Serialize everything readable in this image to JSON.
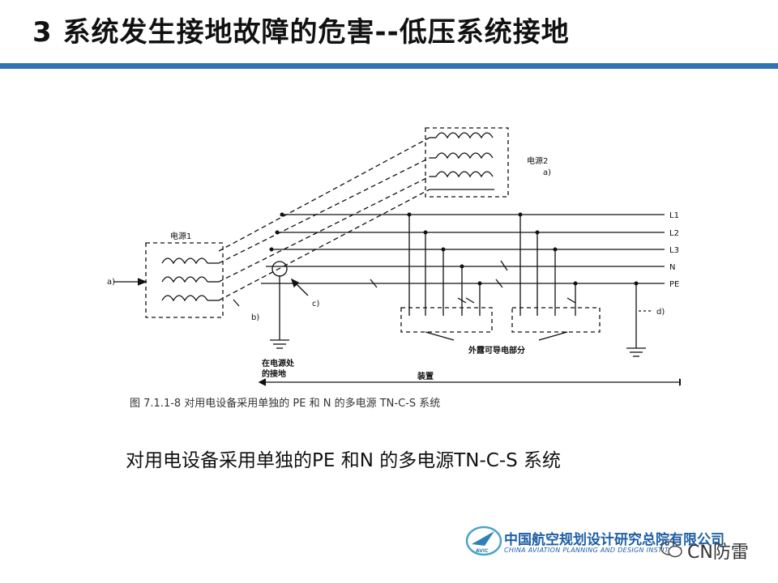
{
  "slide": {
    "title": "3 系统发生接地故障的危害--低压系统接地",
    "caption": "对用电设备采用单独的PE 和N 的多电源TN-C-S 系统",
    "accent_color": "#2e74b5"
  },
  "diagram": {
    "source1_label": "电源1",
    "source2_label": "电源2",
    "conductor_labels": [
      "L1",
      "L2",
      "L3",
      "N",
      "PE"
    ],
    "marker_a1": "a)",
    "marker_a2": "a)",
    "marker_b": "b)",
    "marker_c": "c)",
    "marker_d": "d)",
    "ground_label_line1": "在电源处",
    "ground_label_line2": "的接地",
    "exposed_label": "外露可导电部分",
    "device_label": "装置",
    "figure_caption": "图 7.1.1-8    对用电设备采用单独的 PE 和 N 的多电源 TN-C-S 系统"
  },
  "footer": {
    "company_cn": "中国航空规划设计研究总院有限公司",
    "company_en": "CHINA AVIATION PLANNING AND DESIGN INSTITUTE",
    "logo_text": "AVIC",
    "watermark": "CN防雷"
  }
}
